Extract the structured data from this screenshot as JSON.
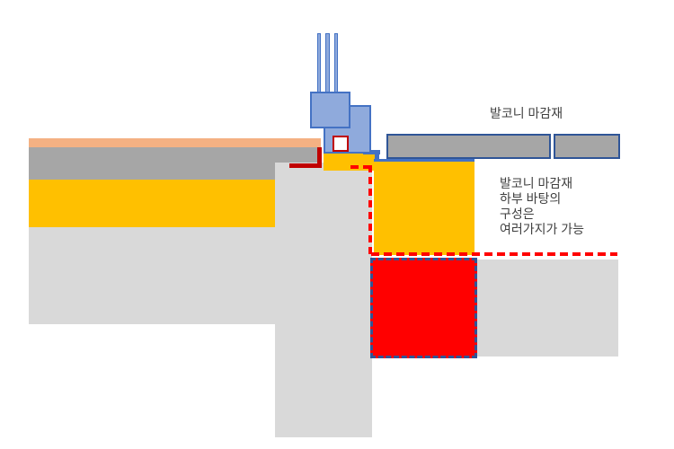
{
  "labels": {
    "balcony_finish": "발코니 마감재",
    "note_line1": "발코니 마감재",
    "note_line2": "하부 바탕의",
    "note_line3": "구성은",
    "note_line4": "여러가지가 가능"
  },
  "colors": {
    "canvas_bg": "#FFFFFF",
    "concrete_light": "#D9D9D9",
    "screed_gray": "#A6A6A6",
    "finish_peach": "#F4B183",
    "insulation_yellow": "#FFC000",
    "frame_fill": "#8FAADC",
    "frame_border": "#4472C4",
    "bar_border": "#2F5597",
    "accent_red": "#FF0000",
    "dark_red": "#C00000",
    "text": "#3F3F3F"
  }
}
